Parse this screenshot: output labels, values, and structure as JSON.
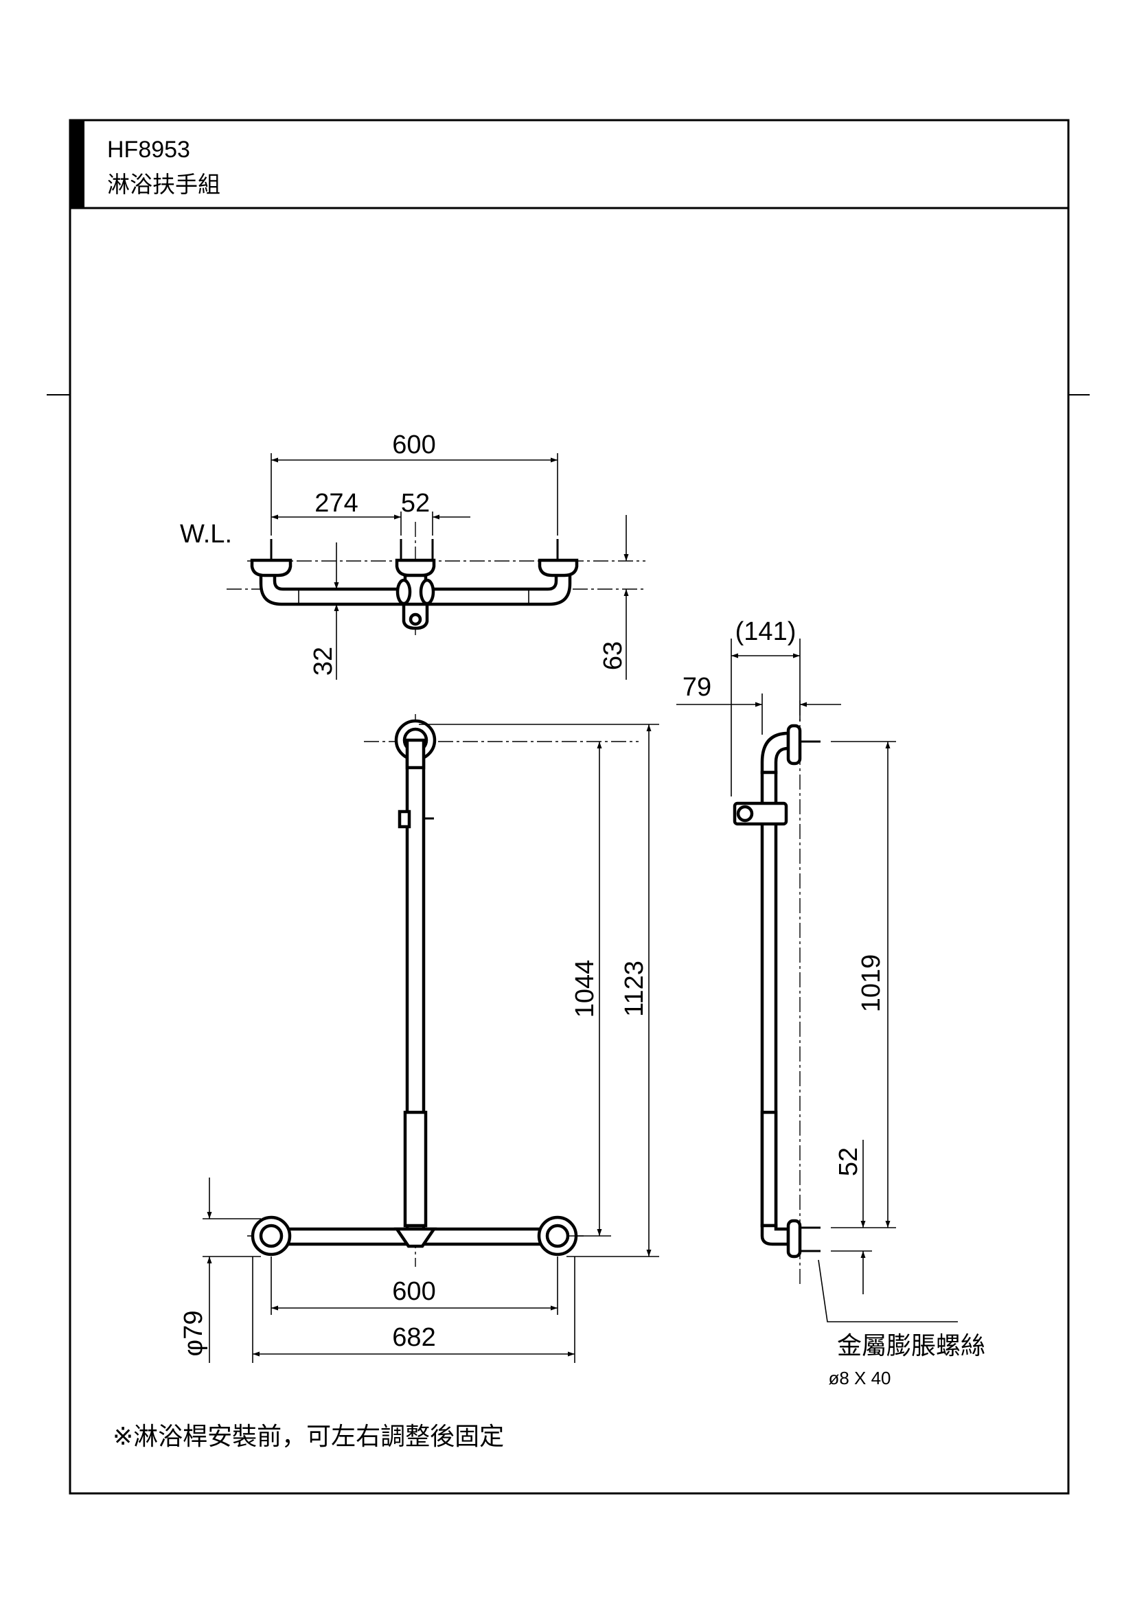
{
  "header": {
    "model": "HF8953",
    "product_name": "淋浴扶手組"
  },
  "top_view": {
    "wall_label": "W.L.",
    "dim_total": "600",
    "dim_offset": "274",
    "dim_spacing": "52",
    "dim_depth_bar": "32",
    "dim_depth_total": "63"
  },
  "front_view": {
    "dim_inner_height": "1044",
    "dim_total_height": "1123",
    "dim_inner_width": "600",
    "dim_total_width": "682",
    "dim_rosette": "φ79"
  },
  "side_view": {
    "dim_total_depth": "(141)",
    "dim_bar_offset": "79",
    "dim_height": "1019",
    "dim_screw_spacing": "52",
    "anchor_label": "金屬膨脹螺絲",
    "anchor_spec": "ø8 X 40"
  },
  "note": "※淋浴桿安裝前，可左右調整後固定"
}
